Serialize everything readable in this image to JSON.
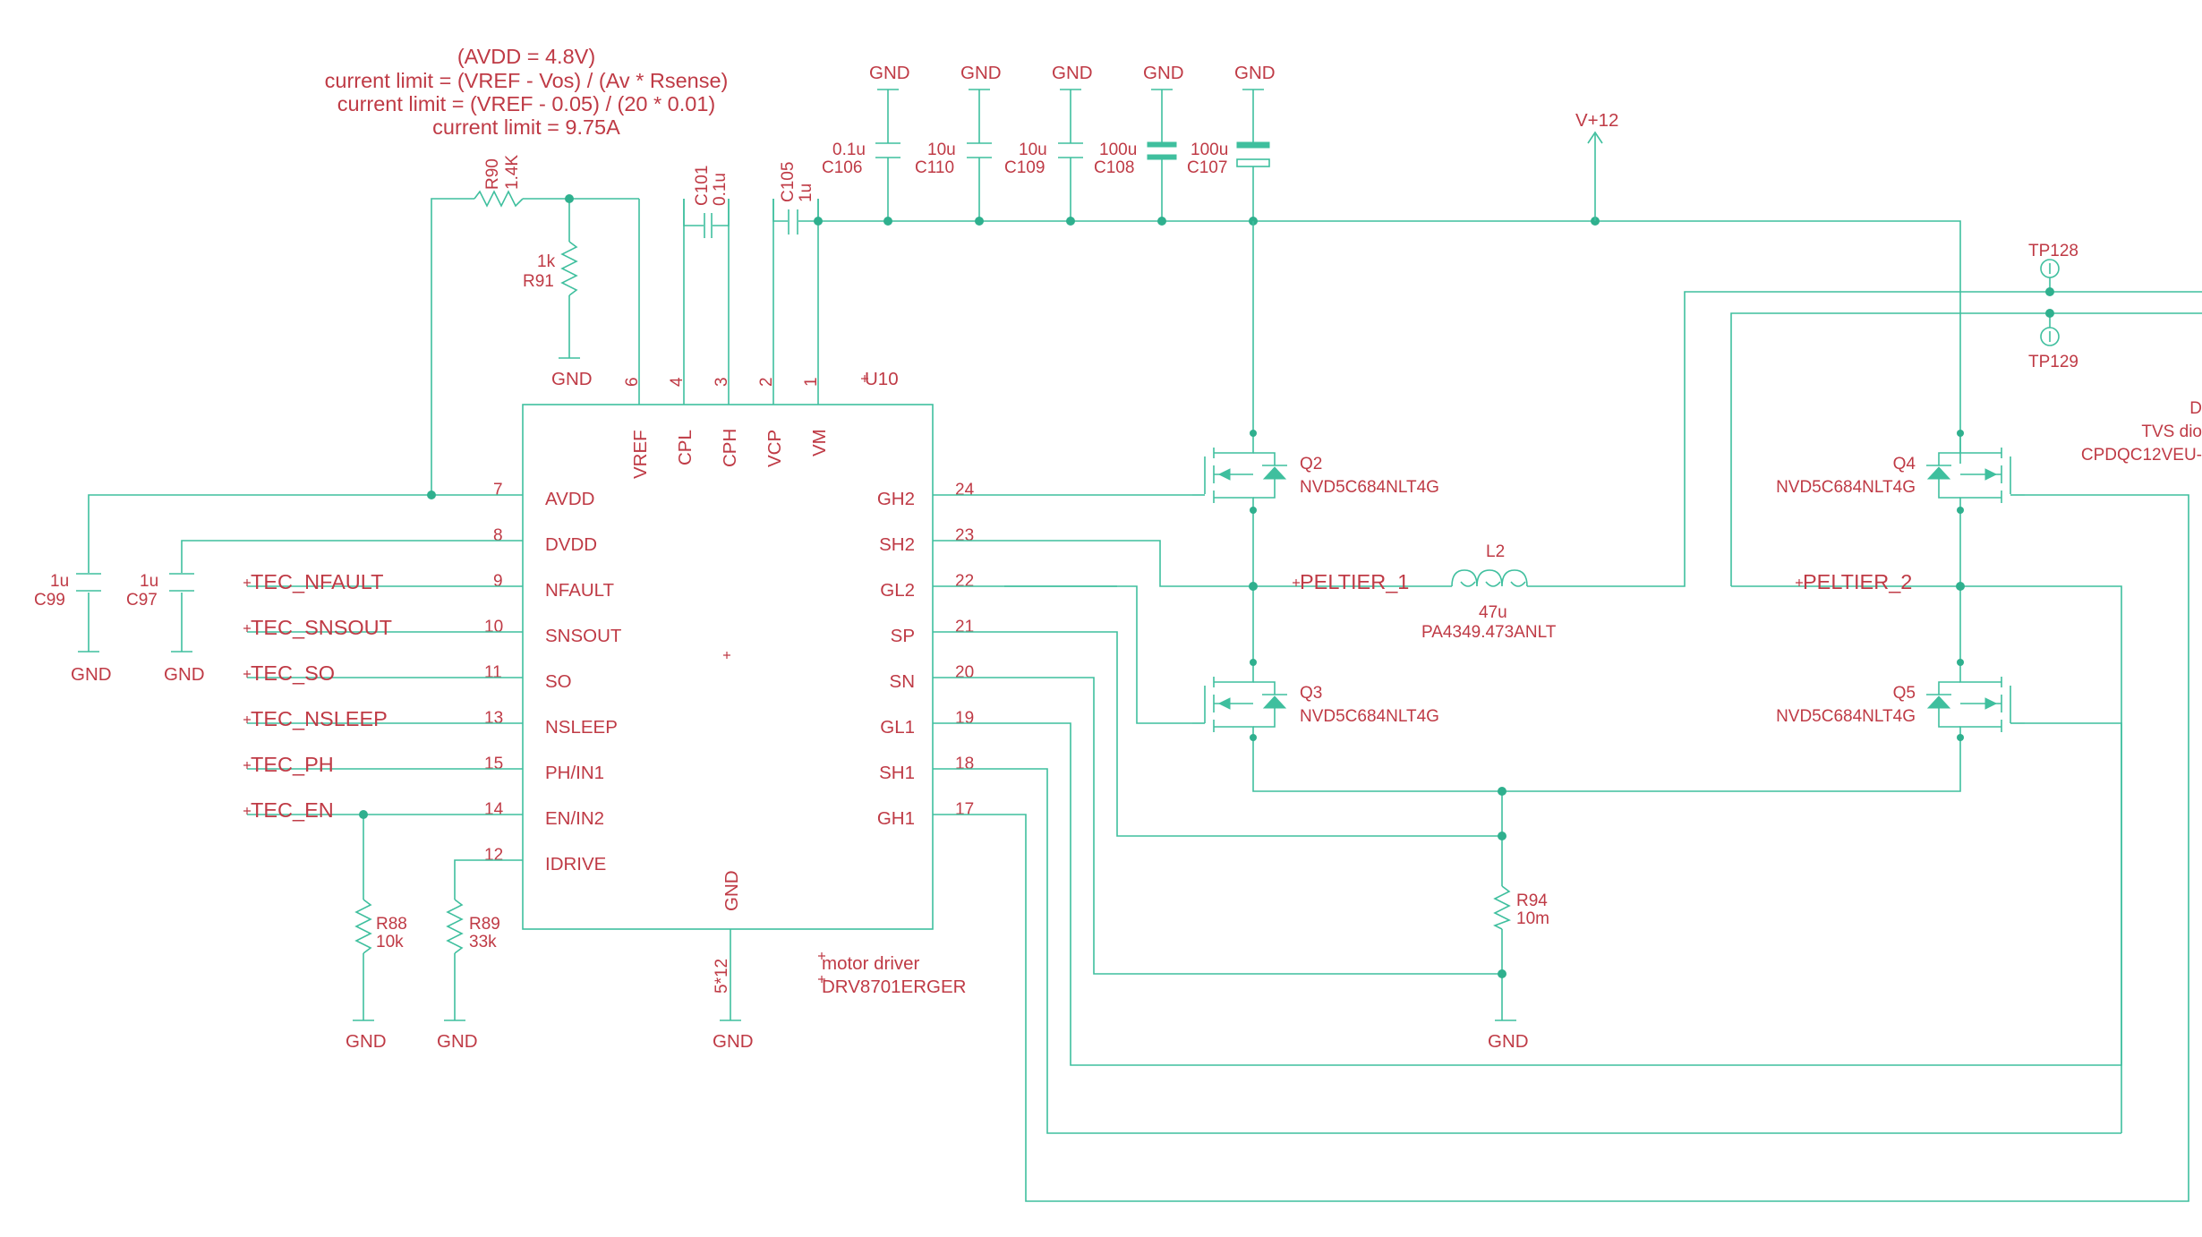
{
  "notes": {
    "line1": "(AVDD = 4.8V)",
    "line2": "current limit = (VREF - Vos) / (Av * Rsense)",
    "line3": "current limit = (VREF - 0.05) / (20 * 0.01)",
    "line4": "current limit = 9.75A"
  },
  "chip": {
    "ref": "U10",
    "desc": "motor driver",
    "part": "DRV8701ERGER",
    "pins_top": [
      {
        "num": "6",
        "name": "VREF"
      },
      {
        "num": "4",
        "name": "CPL"
      },
      {
        "num": "3",
        "name": "CPH"
      },
      {
        "num": "2",
        "name": "VCP"
      },
      {
        "num": "1",
        "name": "VM"
      }
    ],
    "pins_left": [
      {
        "num": "7",
        "name": "AVDD"
      },
      {
        "num": "8",
        "name": "DVDD"
      },
      {
        "num": "9",
        "name": "NFAULT"
      },
      {
        "num": "10",
        "name": "SNSOUT"
      },
      {
        "num": "11",
        "name": "SO"
      },
      {
        "num": "13",
        "name": "NSLEEP"
      },
      {
        "num": "15",
        "name": "PH/IN1"
      },
      {
        "num": "14",
        "name": "EN/IN2"
      },
      {
        "num": "12",
        "name": "IDRIVE"
      }
    ],
    "pins_right": [
      {
        "num": "24",
        "name": "GH2"
      },
      {
        "num": "23",
        "name": "SH2"
      },
      {
        "num": "22",
        "name": "GL2"
      },
      {
        "num": "21",
        "name": "SP"
      },
      {
        "num": "20",
        "name": "SN"
      },
      {
        "num": "19",
        "name": "GL1"
      },
      {
        "num": "18",
        "name": "SH1"
      },
      {
        "num": "17",
        "name": "GH1"
      }
    ],
    "pin_bottom": {
      "num": "5*12",
      "name": "GND"
    }
  },
  "nets": {
    "tec_nfault": "TEC_NFAULT",
    "tec_snsout": "TEC_SNSOUT",
    "tec_so": "TEC_SO",
    "tec_nsleep": "TEC_NSLEEP",
    "tec_ph": "TEC_PH",
    "tec_en": "TEC_EN",
    "peltier_1": "PELTIER_1",
    "peltier_2": "PELTIER_2",
    "vplus12": "V+12",
    "gnd": "GND"
  },
  "resistors": {
    "r90": {
      "ref": "R90",
      "value": "1.4K"
    },
    "r91": {
      "ref": "R91",
      "value": "1k"
    },
    "r88": {
      "ref": "R88",
      "value": "10k"
    },
    "r89": {
      "ref": "R89",
      "value": "33k"
    },
    "r94": {
      "ref": "R94",
      "value": "10m"
    }
  },
  "capacitors": {
    "c101": {
      "ref": "C101",
      "value": "0.1u"
    },
    "c105": {
      "ref": "C105",
      "value": "1u"
    },
    "c106": {
      "ref": "C106",
      "value": "0.1u"
    },
    "c110": {
      "ref": "C110",
      "value": "10u"
    },
    "c109": {
      "ref": "C109",
      "value": "10u"
    },
    "c108": {
      "ref": "C108",
      "value": "100u"
    },
    "c107": {
      "ref": "C107",
      "value": "100u"
    },
    "c99": {
      "ref": "C99",
      "value": "1u"
    },
    "c97": {
      "ref": "C97",
      "value": "1u"
    }
  },
  "inductor": {
    "ref": "L2",
    "value": "47u",
    "part": "PA4349.473ANLT"
  },
  "mosfets": {
    "q2": {
      "ref": "Q2",
      "part": "NVD5C684NLT4G"
    },
    "q3": {
      "ref": "Q3",
      "part": "NVD5C684NLT4G"
    },
    "q4": {
      "ref": "Q4",
      "part": "NVD5C684NLT4G"
    },
    "q5": {
      "ref": "Q5",
      "part": "NVD5C684NLT4G"
    }
  },
  "testpoints": {
    "tp128": "TP128",
    "tp129": "TP129"
  },
  "tvs": {
    "line1": "D",
    "line2": "TVS dio",
    "line3": "CPDQC12VEU-"
  },
  "colors": {
    "wire": "#3fbf9e",
    "text": "#bf3a45",
    "background": "#ffffff"
  }
}
